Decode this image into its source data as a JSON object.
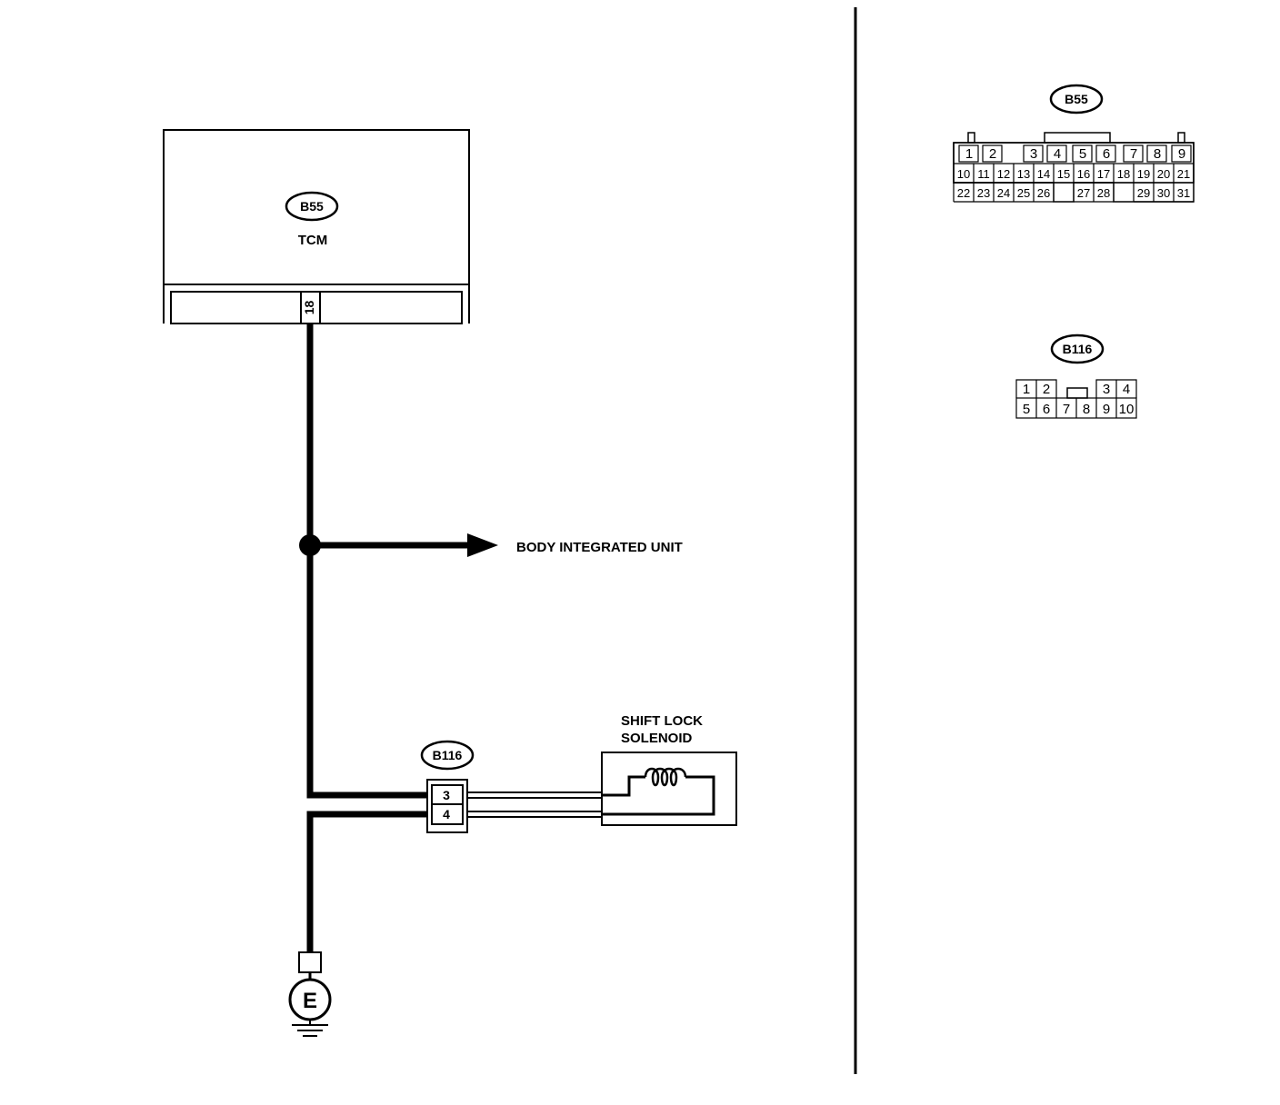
{
  "tcm": {
    "connector": "B55",
    "label": "TCM",
    "pin": "18"
  },
  "junction": {
    "label": "BODY INTEGRATED UNIT"
  },
  "solenoid": {
    "label_line1": "SHIFT LOCK",
    "label_line2": "SOLENOID"
  },
  "b116_connector": {
    "id": "B116",
    "pins": [
      "3",
      "4"
    ]
  },
  "ground": {
    "label": "E"
  },
  "b55_face": {
    "id": "B55",
    "rows": [
      [
        "1",
        "2",
        "",
        "3",
        "4",
        "5",
        "6",
        "7",
        "8",
        "9"
      ],
      [
        "10",
        "11",
        "12",
        "13",
        "14",
        "15",
        "16",
        "17",
        "18",
        "19",
        "20",
        "21"
      ],
      [
        "22",
        "23",
        "24",
        "25",
        "26",
        "27",
        "28",
        "29",
        "30",
        "31"
      ]
    ]
  },
  "b116_face": {
    "id": "B116",
    "rows": [
      [
        "1",
        "2",
        "3",
        "4"
      ],
      [
        "5",
        "6",
        "7",
        "8",
        "9",
        "10"
      ]
    ]
  }
}
